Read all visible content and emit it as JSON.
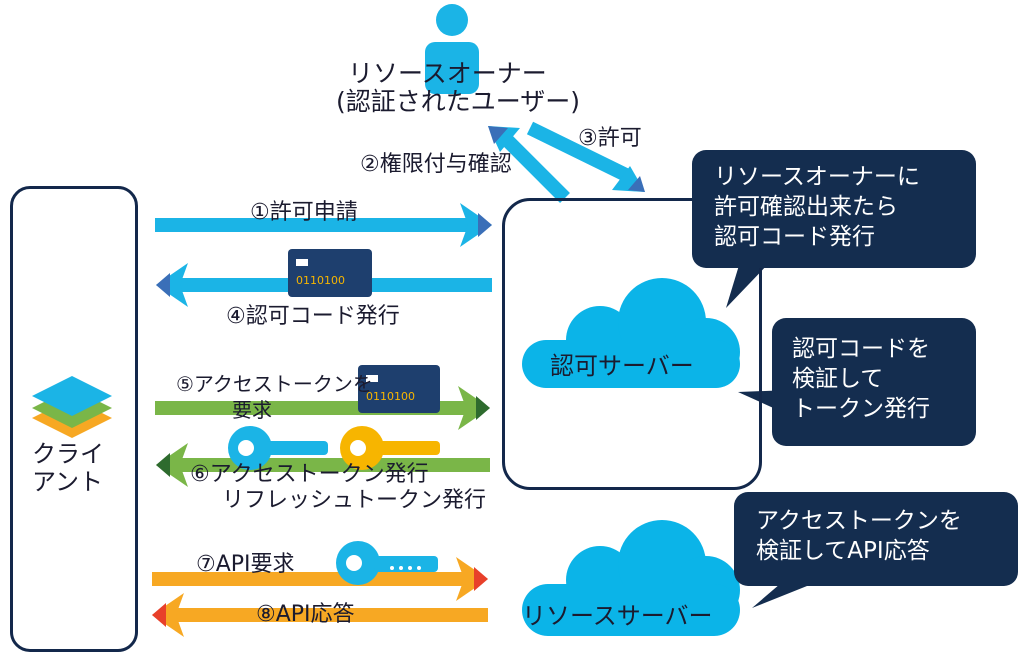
{
  "owner": {
    "line1": "リソースオーナー",
    "line2": "(認証されたユーザー)"
  },
  "client": {
    "line1": "クライ",
    "line2": "アント"
  },
  "auth_server": {
    "label": "認可サーバー"
  },
  "resource_server": {
    "label": "リソースサーバー"
  },
  "steps": {
    "s1": "①許可申請",
    "s2": "②権限付与確認",
    "s3": "③許可",
    "s4": "④認可コード発行",
    "s5_line1": "⑤アクセストークンを",
    "s5_line2": "要求",
    "s6_line1": "⑥アクセストークン発行",
    "s6_line2": "リフレッシュトークン発行",
    "s7": "⑦API要求",
    "s8": "⑧API応答"
  },
  "card_code": "0110100",
  "bubbles": {
    "b1": [
      "リソースオーナーに",
      "許可確認出来たら",
      "認可コード発行"
    ],
    "b2": [
      "認可コードを",
      "検証して",
      "トークン発行"
    ],
    "b3": [
      "アクセストークンを",
      "検証してAPI応答"
    ]
  },
  "colors": {
    "blue_arrow": "#1bb4e6",
    "green_arrow": "#7ab648",
    "orange_arrow": "#f7a823",
    "navy": "#142d4f",
    "cloud": "#0bb4e8",
    "gold_key": "#f7b500"
  }
}
